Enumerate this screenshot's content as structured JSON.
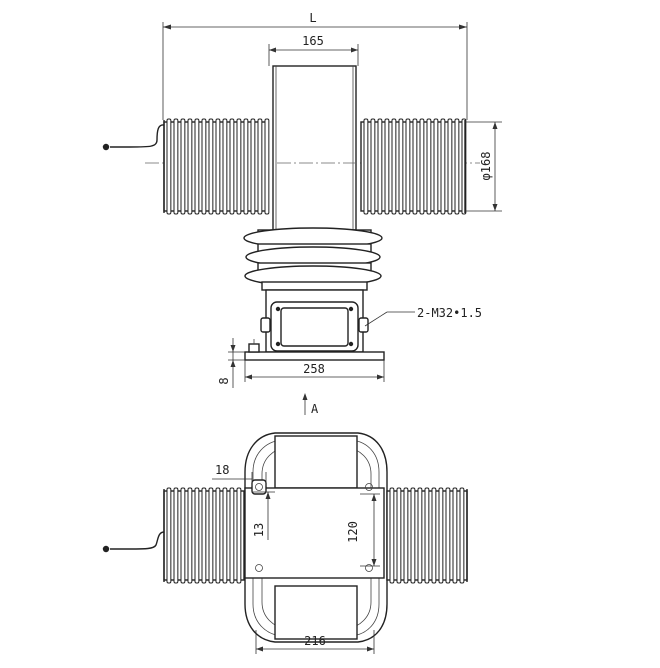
{
  "dimensions": {
    "overall_length": "L",
    "top_width": "165",
    "diameter": "φ168",
    "mounting_holes": "2-M32•1.5",
    "base_thickness": "8",
    "base_width": "258",
    "plan_edge_offset": "18",
    "plan_hole_offset": "13",
    "plan_hole_spacing": "120",
    "plan_base_width": "216"
  },
  "view_marker": "A"
}
